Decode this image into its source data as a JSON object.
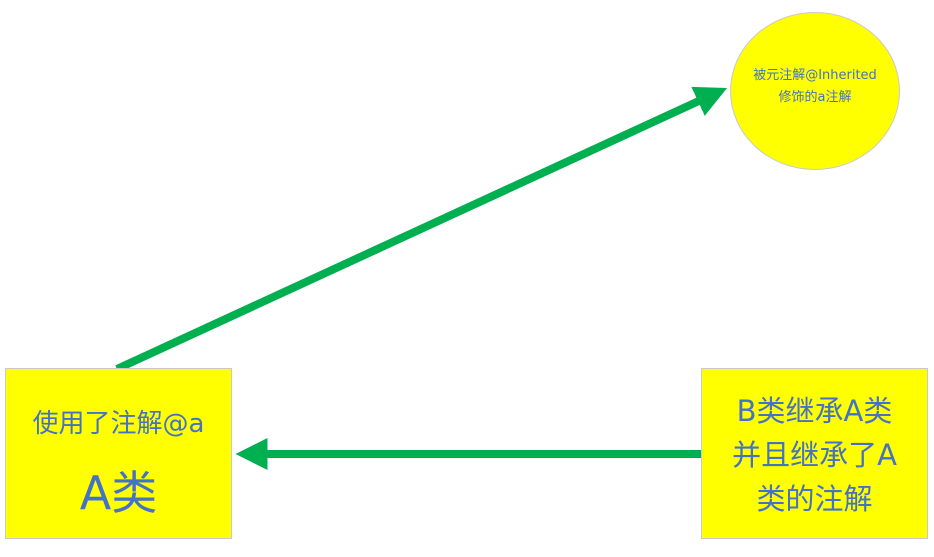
{
  "colors": {
    "box_fill": "#ffff00",
    "text": "#4472c4",
    "arrow": "#00b050",
    "border": "#c9c9c9"
  },
  "nodes": {
    "class_a": {
      "line1": "使用了注解@a",
      "line2": "A类"
    },
    "class_b": {
      "lines": [
        "B类继承A类",
        "并且继承了A",
        "类的注解"
      ]
    },
    "annotation": {
      "lines": [
        "被元注解@Inherited",
        "修饰的a注解"
      ]
    }
  },
  "edges": [
    {
      "from": "class_a",
      "to": "annotation"
    },
    {
      "from": "class_b",
      "to": "class_a"
    }
  ]
}
